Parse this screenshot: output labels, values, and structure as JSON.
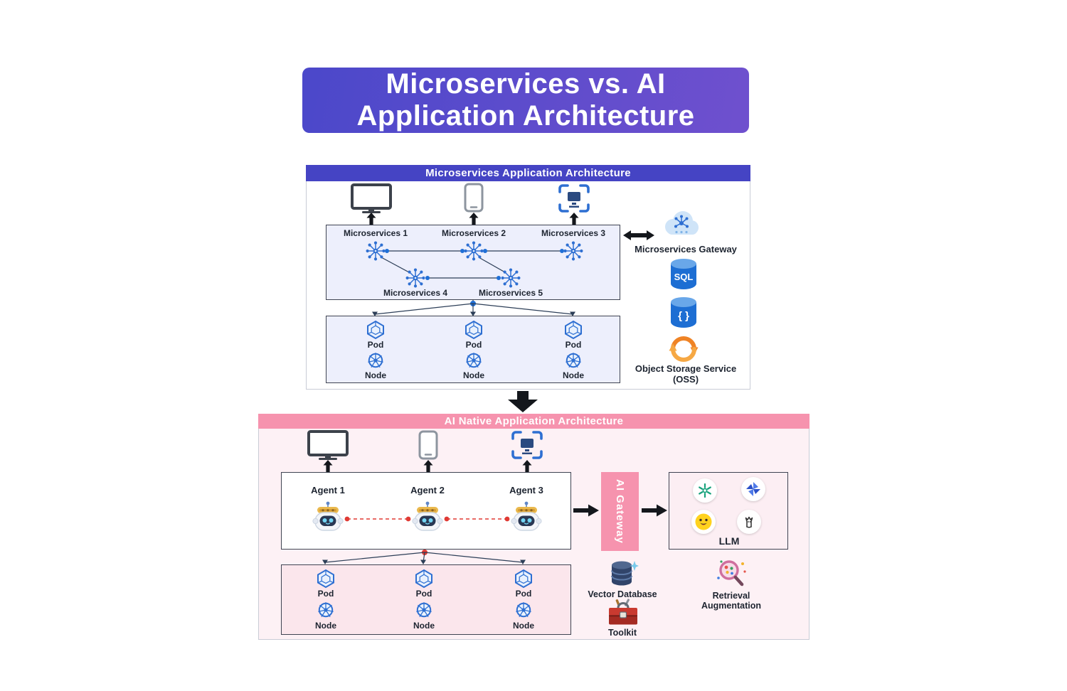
{
  "title": {
    "line1": "Microservices vs. AI",
    "line2": "Application Architecture"
  },
  "micro": {
    "header": "Microservices Application Architecture",
    "services": {
      "s1": "Microservices 1",
      "s2": "Microservices 2",
      "s3": "Microservices 3",
      "s4": "Microservices 4",
      "s5": "Microservices 5"
    },
    "pod_label": "Pod",
    "node_label": "Node",
    "gateway_label": "Microservices Gateway",
    "sql_label": "SQL",
    "braces_label": "{ }",
    "oss_label_line1": "Object Storage Service",
    "oss_label_line2": "(OSS)"
  },
  "ai": {
    "header": "AI Native Application Architecture",
    "agents": {
      "a1": "Agent 1",
      "a2": "Agent 2",
      "a3": "Agent 3"
    },
    "gateway_label": "AI Gateway",
    "llm_label": "LLM",
    "pod_label": "Pod",
    "node_label": "Node",
    "vector_db_label": "Vector Database",
    "toolkit_label": "Toolkit",
    "retrieval_label_line1": "Retrieval",
    "retrieval_label_line2": "Augmentation"
  },
  "icons": {
    "devices": [
      "monitor-icon",
      "smartphone-icon",
      "face-scan-icon"
    ],
    "micro": [
      "microservice-hub-icon",
      "pod-hexagon-icon",
      "kubernetes-node-icon",
      "cloud-gateway-icon",
      "sql-database-icon",
      "json-database-icon",
      "object-storage-icon"
    ],
    "ai": [
      "robot-agent-icon",
      "openai-logo-icon",
      "blue-pinwheel-logo-icon",
      "huggingface-logo-icon",
      "doodle-logo-icon",
      "vector-database-icon",
      "toolkit-icon",
      "retrieval-magnifier-icon"
    ],
    "arrows": [
      "up-arrow-icon",
      "down-arrow-icon",
      "right-arrow-icon",
      "double-arrow-icon"
    ]
  },
  "colors": {
    "title_gradient_start": "#4b48ca",
    "title_gradient_end": "#6f50ce",
    "micro_header_bg": "#4544c4",
    "ai_header_bg": "#f693ae",
    "ai_gateway_bg": "#f693ae",
    "service_icon_blue": "#2e6fd2",
    "connector_red": "#e03a34",
    "oss_orange": "#ef8325",
    "micro_inner_box_bg": "#edeffc",
    "ai_inner_box_bg": "#fbe6ec"
  }
}
